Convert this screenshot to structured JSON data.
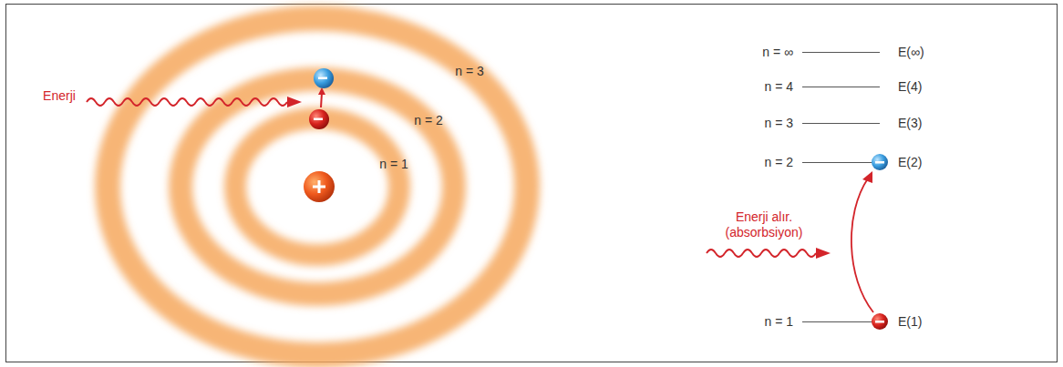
{
  "diagram": {
    "labels": [
      "Enerji",
      "n = 3",
      "n = 2",
      "n = 1",
      "n = ∞",
      "n = 4",
      "n = 3",
      "n = 2",
      "Enerji alır. (absorbsiyon)",
      "n = 1",
      "E(∞)",
      "E(4)",
      "E(3)",
      "E(2)",
      "E(1)"
    ]
  }
}
